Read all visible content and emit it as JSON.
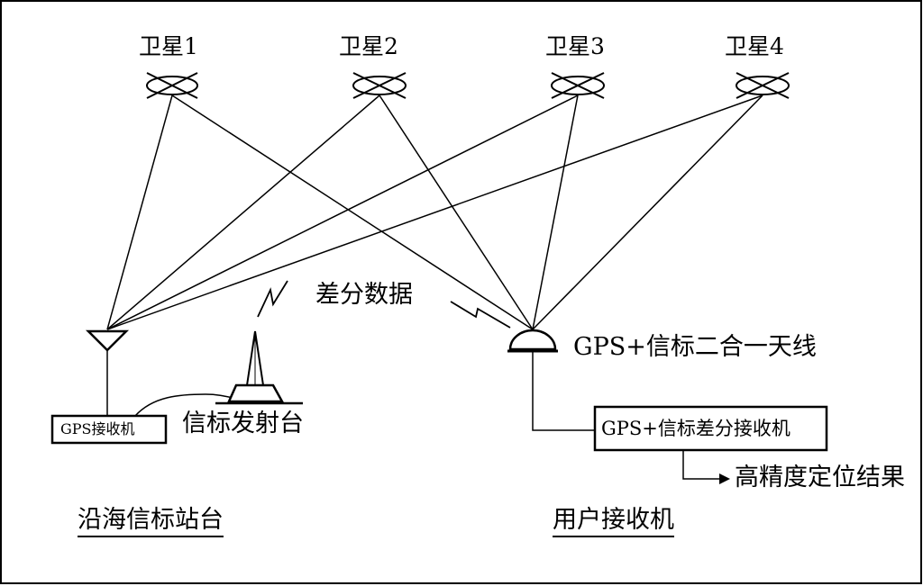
{
  "satellites": [
    "卫星1",
    "卫星2",
    "卫星3",
    "卫星4"
  ],
  "labels": {
    "differential_data": "差分数据",
    "antenna": "GPS+信标二合一天线",
    "reference_receiver": "GPS接收机",
    "beacon_transmitter": "信标发射台",
    "user_receiver_box": "GPS+信标差分接收机",
    "result": "高精度定位结果",
    "coastal_station": "沿海信标站台",
    "user_receiver": "用户接收机"
  },
  "colors": {
    "line": "#000000",
    "background": "#ffffff"
  }
}
